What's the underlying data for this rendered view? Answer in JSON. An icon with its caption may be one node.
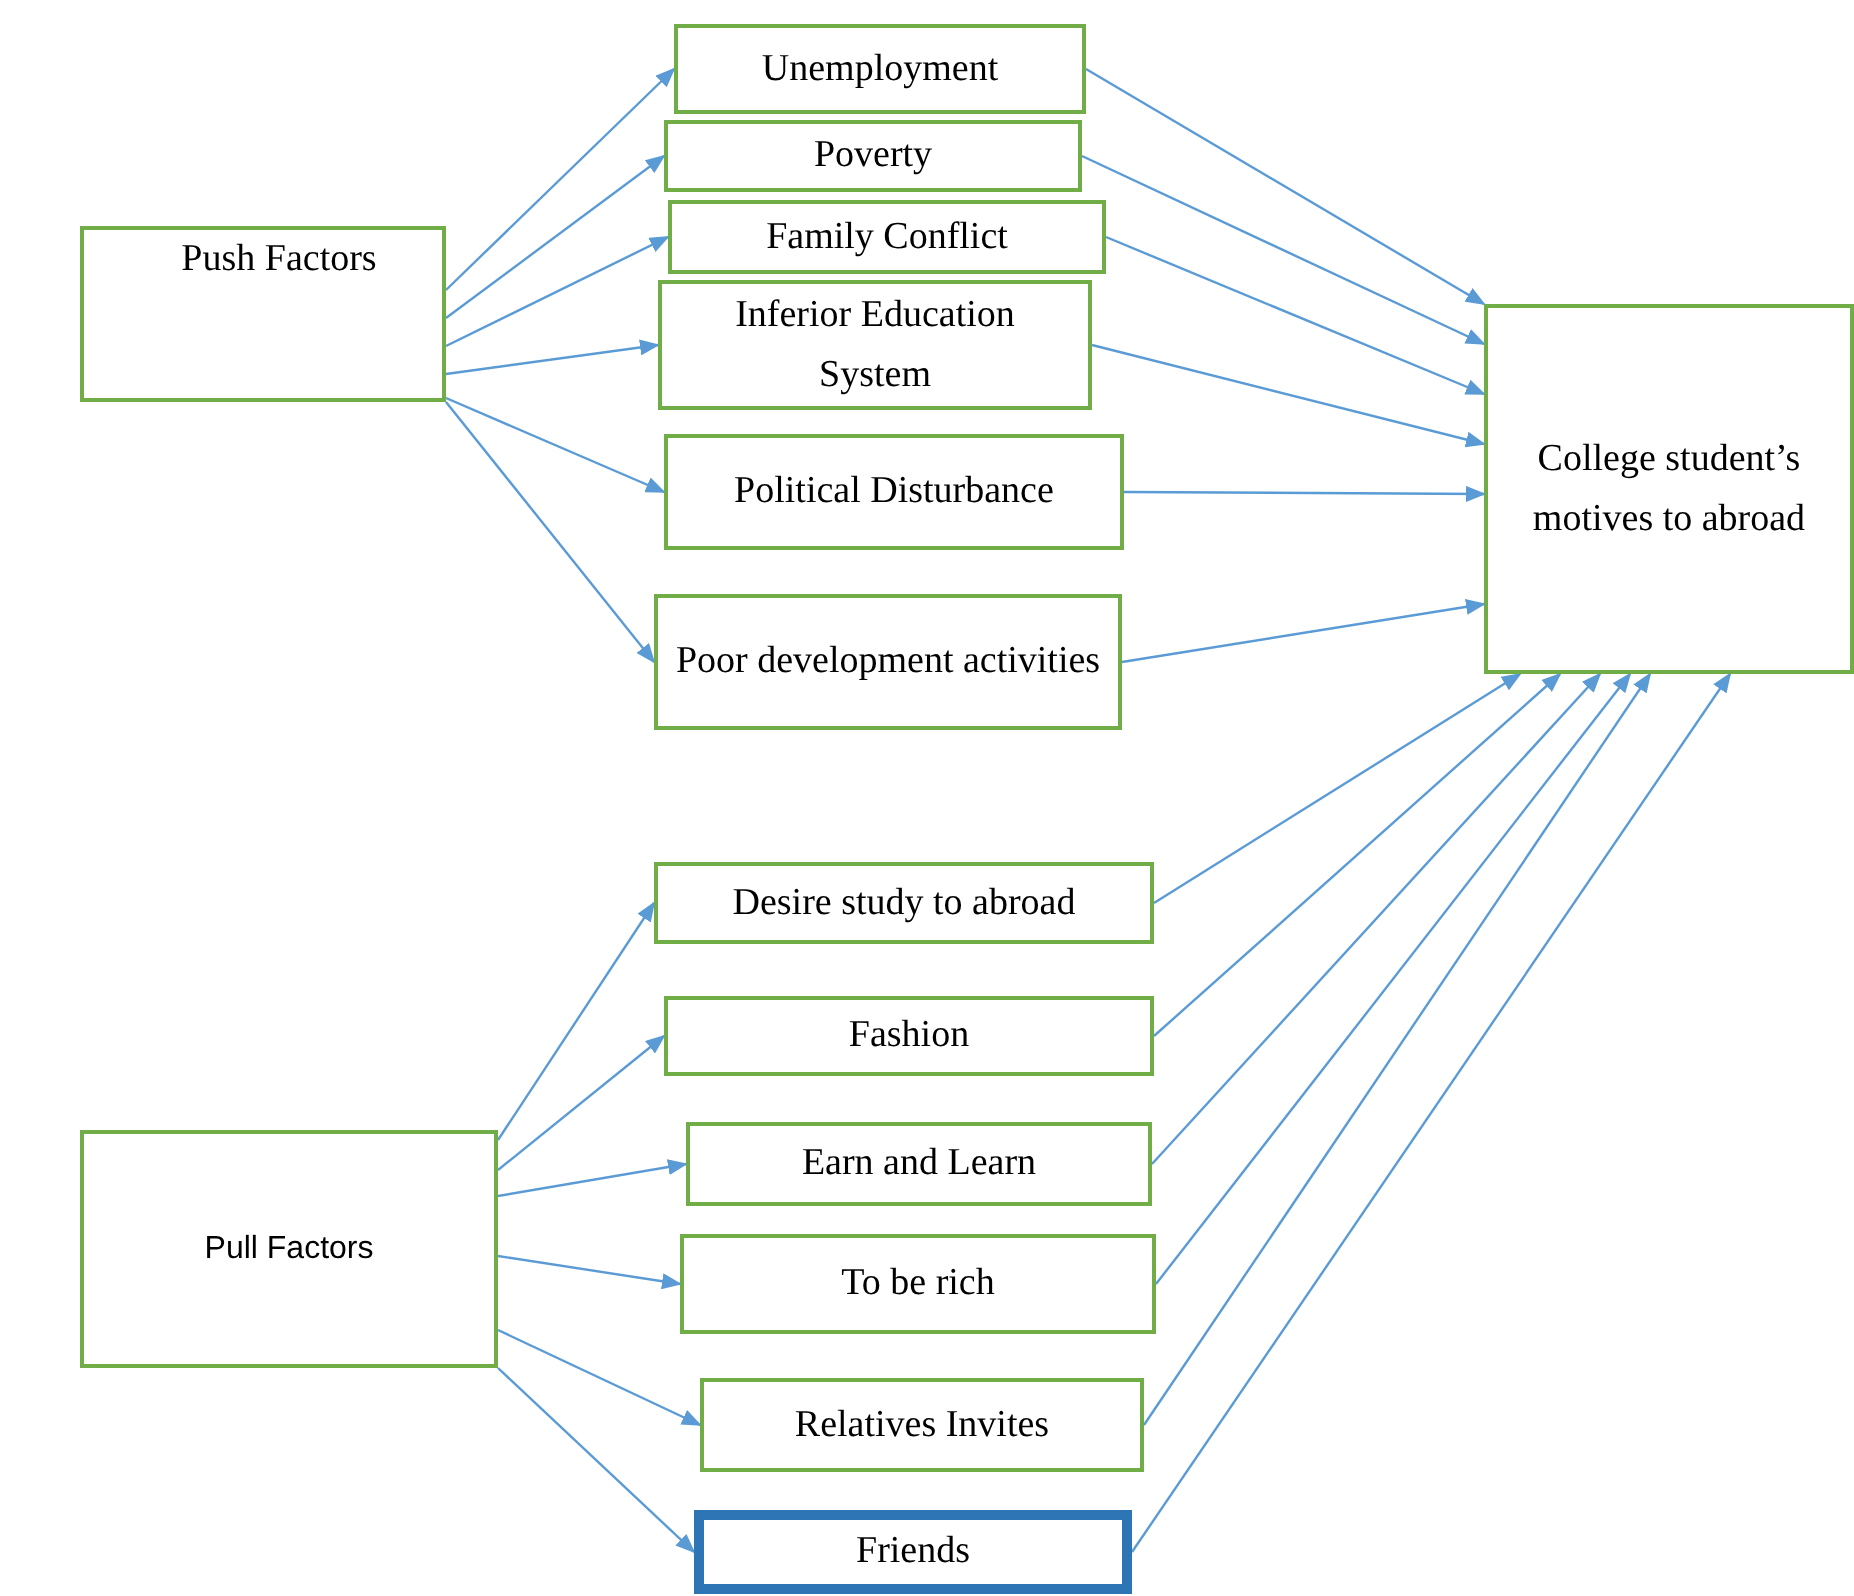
{
  "diagram": {
    "nodes": [
      {
        "text": [
          "Push Factors"
        ]
      },
      {
        "text": [
          "Unemployment"
        ]
      },
      {
        "text": [
          "Poverty"
        ]
      },
      {
        "text": [
          "Family Conflict"
        ]
      },
      {
        "text": [
          "Inferior Education System"
        ]
      },
      {
        "text": [
          "Political Disturbance"
        ]
      },
      {
        "text": [
          "Poor development activities"
        ]
      },
      {
        "text": [
          "College student’s motives to abroad"
        ]
      },
      {
        "text": [
          "Pull Factors"
        ]
      },
      {
        "text": [
          "Desire study to abroad"
        ]
      },
      {
        "text": [
          "Fashion"
        ]
      },
      {
        "text": [
          "Earn and Learn"
        ]
      },
      {
        "text": [
          "To be rich"
        ]
      },
      {
        "text": [
          "Relatives Invites"
        ]
      },
      {
        "text": [
          "Friends"
        ]
      }
    ],
    "edges": [
      {
        "from": 0,
        "to": 1,
        "arrow": "to"
      },
      {
        "from": 0,
        "to": 2,
        "arrow": "to"
      },
      {
        "from": 0,
        "to": 3,
        "arrow": "to"
      },
      {
        "from": 0,
        "to": 4,
        "arrow": "to"
      },
      {
        "from": 0,
        "to": 5,
        "arrow": "to"
      },
      {
        "from": 0,
        "to": 6,
        "arrow": "to"
      },
      {
        "from": 1,
        "to": 7,
        "arrow": "to"
      },
      {
        "from": 2,
        "to": 7,
        "arrow": "to"
      },
      {
        "from": 3,
        "to": 7,
        "arrow": "to"
      },
      {
        "from": 4,
        "to": 7,
        "arrow": "to"
      },
      {
        "from": 5,
        "to": 7,
        "arrow": "to"
      },
      {
        "from": 6,
        "to": 7,
        "arrow": "to"
      },
      {
        "from": 8,
        "to": 9,
        "arrow": "to"
      },
      {
        "from": 8,
        "to": 10,
        "arrow": "to"
      },
      {
        "from": 8,
        "to": 11,
        "arrow": "to"
      },
      {
        "from": 8,
        "to": 12,
        "arrow": "to"
      },
      {
        "from": 8,
        "to": 13,
        "arrow": "to"
      },
      {
        "from": 8,
        "to": 14,
        "arrow": "to"
      },
      {
        "from": 9,
        "to": 7,
        "arrow": "to"
      },
      {
        "from": 10,
        "to": 7,
        "arrow": "to"
      },
      {
        "from": 11,
        "to": 7,
        "arrow": "to"
      },
      {
        "from": 12,
        "to": 7,
        "arrow": "to"
      },
      {
        "from": 13,
        "to": 7,
        "arrow": "to"
      },
      {
        "from": 14,
        "to": 7,
        "arrow": "to"
      }
    ]
  }
}
